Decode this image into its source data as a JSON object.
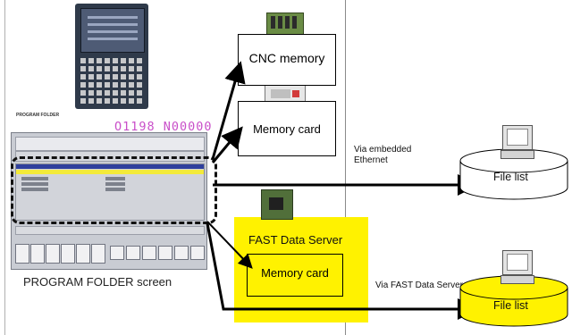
{
  "program_folder_screen": {
    "header_text": "PROGRAM FOLDER",
    "program_id": "O1198 N00000",
    "caption": "PROGRAM FOLDER screen"
  },
  "nodes": {
    "cnc_memory": "CNC memory",
    "memory_card_top": "Memory card",
    "fast_data_server": "FAST Data Server",
    "memory_card_fast": "Memory card",
    "file_list_ethernet": "File list",
    "file_list_fast": "File list"
  },
  "connections": {
    "embedded_ethernet": "Via embedded\nEthernet",
    "fast_data_server": "Via FAST Data Server"
  },
  "colors": {
    "highlight_yellow": "#fff200",
    "program_id_magenta": "#c94fc9"
  },
  "icons": [
    "cnc-control-panel",
    "cnc-memory-board",
    "memory-card",
    "fast-data-server-board",
    "computer",
    "database-cylinder"
  ]
}
